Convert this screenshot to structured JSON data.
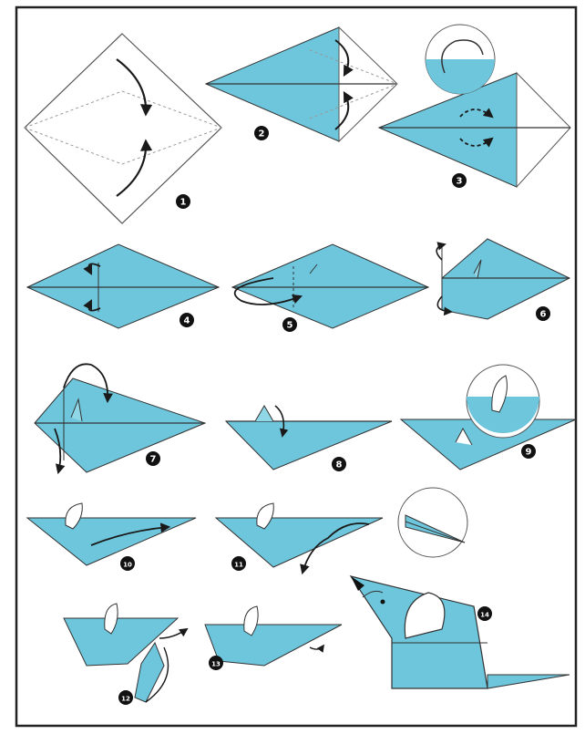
{
  "diagram": {
    "colors": {
      "paper_blue": "#6ec6dc",
      "paper_white": "#ffffff",
      "line": "#1a1a1a",
      "dash": "#7a7a7a",
      "badge": "#111111",
      "badge_text": "#ffffff",
      "border": "#222222"
    },
    "steps": [
      {
        "label": "1"
      },
      {
        "label": "2"
      },
      {
        "label": "3"
      },
      {
        "label": "4"
      },
      {
        "label": "5"
      },
      {
        "label": "6"
      },
      {
        "label": "7"
      },
      {
        "label": "8"
      },
      {
        "label": "9"
      },
      {
        "label": "10"
      },
      {
        "label": "11"
      },
      {
        "label": "12"
      },
      {
        "label": "13"
      },
      {
        "label": "14"
      }
    ]
  }
}
